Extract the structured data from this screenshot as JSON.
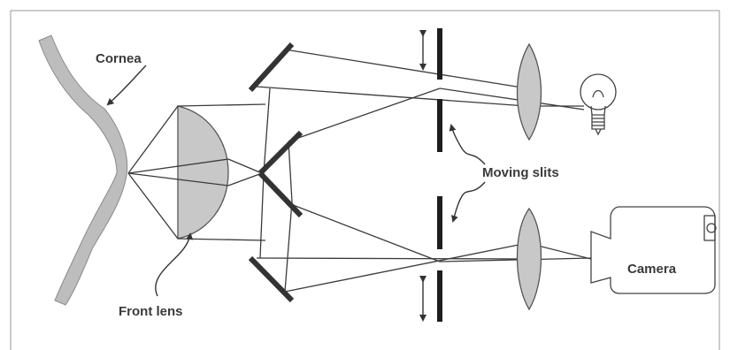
{
  "labels": {
    "cornea": "Cornea",
    "front_lens": "Front lens",
    "moving_slits": "Moving slits",
    "camera": "Camera"
  },
  "colors": {
    "lens_fill": "#c8c8c8",
    "cornea_fill": "#bdbdbd",
    "line": "#3a3a3a",
    "frame": "#999999"
  },
  "icons": [
    "light-bulb-icon",
    "camera-icon",
    "double-arrow-icon"
  ]
}
